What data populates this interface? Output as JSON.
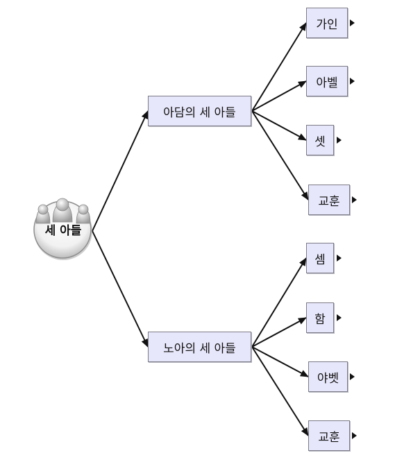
{
  "root": {
    "label": "세 아들",
    "icon": "people-group-icon"
  },
  "branches": [
    {
      "label": "아담의 세 아들",
      "children": [
        "가인",
        "아벨",
        "셋",
        "교훈"
      ]
    },
    {
      "label": "노아의 세 아들",
      "children": [
        "셈",
        "함",
        "야벳",
        "교훈"
      ]
    }
  ],
  "colors": {
    "node_fill": "#e7e7fb",
    "node_border": "#7a7a86",
    "edge": "#111111"
  }
}
